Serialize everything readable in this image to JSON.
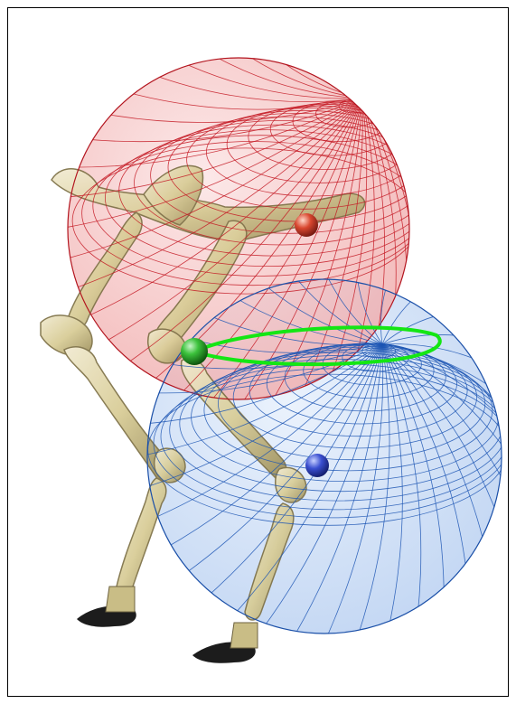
{
  "figure": {
    "colors": {
      "upper_sphere_fill": "#f2b7b7",
      "upper_sphere_grid": "#c41a24",
      "lower_sphere_fill": "#c9dbf5",
      "lower_sphere_grid": "#1d56b4",
      "intersection_curve": "#14e614",
      "joint_marker": "#22a022",
      "upper_marker": "#d23a2a",
      "lower_marker": "#2b3fb8",
      "bone": "#e2d8a8",
      "bone_shadow": "#8a7e50",
      "hoof": "#1c1c1c"
    },
    "icons": [
      "upper-sphere-wireframe",
      "lower-sphere-wireframe",
      "hind-limb-skeleton",
      "intersection-circle",
      "joint-sphere-marker"
    ]
  }
}
